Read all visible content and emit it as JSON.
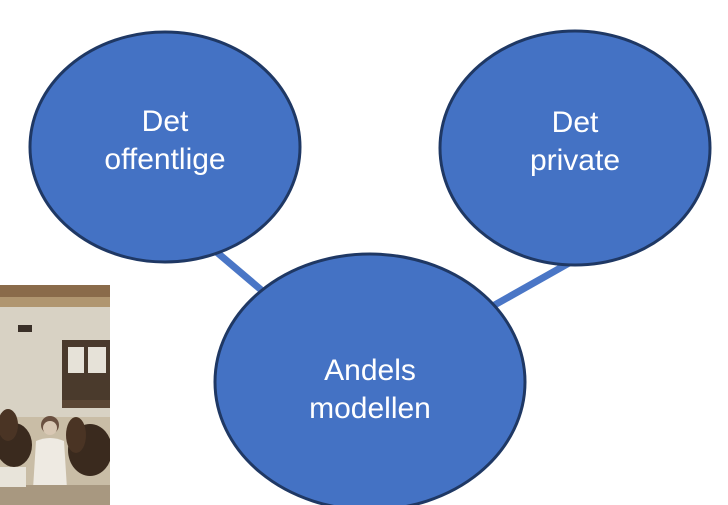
{
  "diagram": {
    "nodes": [
      {
        "id": "offentlige",
        "label_line1": "Det",
        "label_line2": "offentlige"
      },
      {
        "id": "private",
        "label_line1": "Det",
        "label_line2": "private"
      },
      {
        "id": "andels",
        "label_line1": "Andels",
        "label_line2": "modellen"
      }
    ],
    "edges": [
      {
        "from": "offentlige",
        "to": "andels"
      },
      {
        "from": "private",
        "to": "andels"
      }
    ]
  },
  "photo": {
    "description_icon": "historical-photo-woman-horses-cart"
  },
  "colors": {
    "node_fill": "#4472C4",
    "node_stroke": "#1F3864",
    "edge": "#4A76C6",
    "text": "#FFFFFF"
  }
}
